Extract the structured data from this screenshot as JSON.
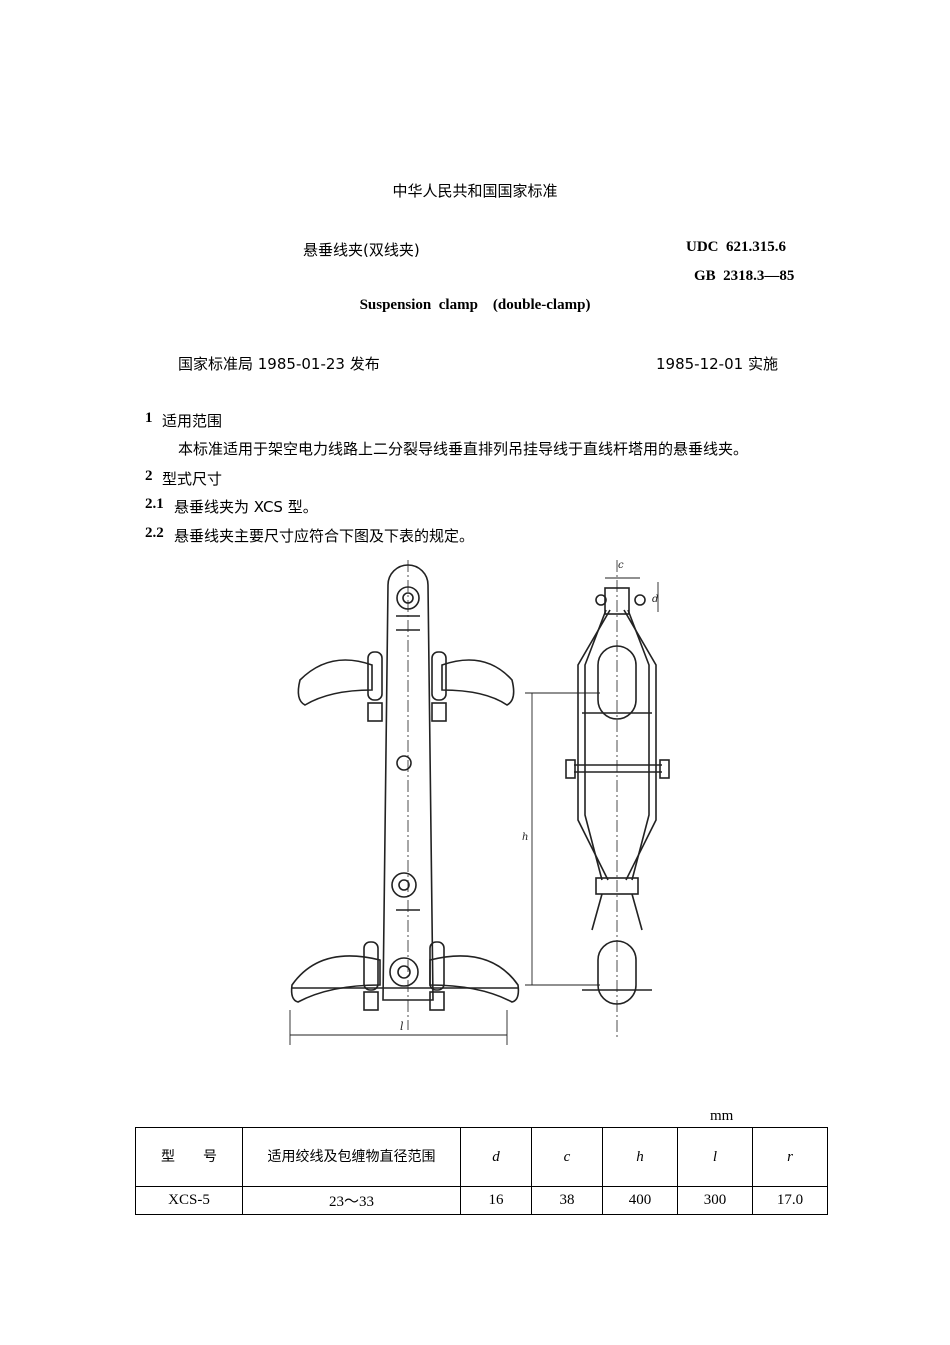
{
  "header": {
    "national_standard": "中华人民共和国国家标准",
    "title_cn": "悬垂线夹(双线夹)",
    "udc": "UDC  621.315.6",
    "gb": "GB  2318.3—85",
    "title_en": "Suspension  clamp    (double-clamp)",
    "issued": "国家标准局 1985-01-23 发布",
    "effective": "1985-12-01 实施"
  },
  "sections": [
    {
      "num": "1",
      "text": "适用范围"
    },
    {
      "num": "",
      "text": "本标准适用于架空电力线路上二分裂导线垂直排列吊挂导线于直线杆塔用的悬垂线夹。"
    },
    {
      "num": "2",
      "text": "型式尺寸"
    },
    {
      "num": "2.1",
      "text": "悬垂线夹为 XCS 型。"
    },
    {
      "num": "2.2",
      "text": "悬垂线夹主要尺寸应符合下图及下表的规定。"
    }
  ],
  "figure": {
    "labels": {
      "c": "c",
      "d": "d",
      "h": "h",
      "l": "l"
    }
  },
  "table": {
    "unit": "mm",
    "headers": [
      "型　　号",
      "适用绞线及包缠物直径范围",
      "d",
      "c",
      "h",
      "l",
      "r"
    ],
    "rows": [
      [
        "XCS-5",
        "23～33",
        "16",
        "38",
        "400",
        "300",
        "17.0"
      ]
    ]
  }
}
